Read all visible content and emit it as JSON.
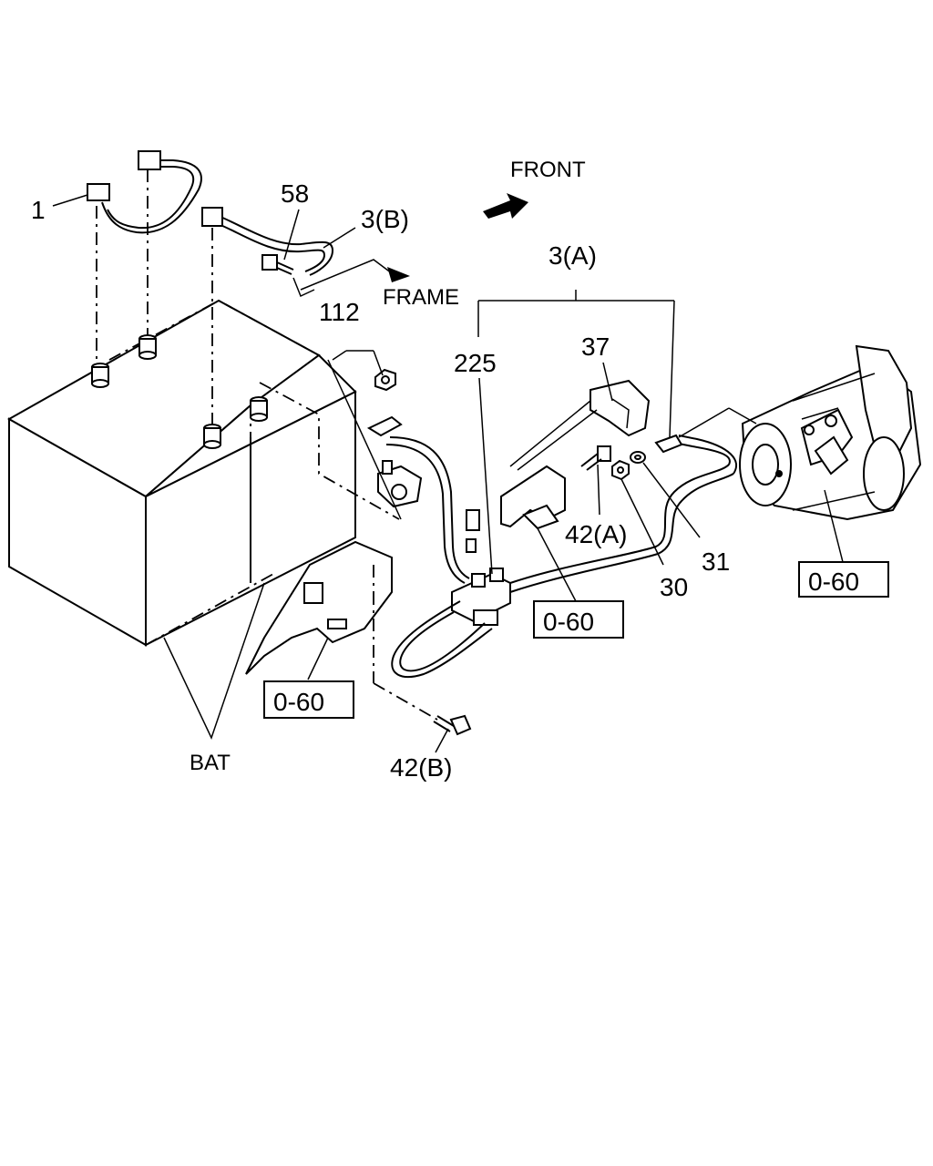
{
  "labels": {
    "part_1": "1",
    "part_58": "58",
    "part_3b": "3(B)",
    "frame": "FRAME",
    "front": "FRONT",
    "part_3a": "3(A)",
    "part_112": "112",
    "part_225": "225",
    "part_37": "37",
    "part_42a": "42(A)",
    "part_30": "30",
    "part_31": "31",
    "part_42b": "42(B)",
    "bat": "BAT"
  },
  "refs": {
    "ref_bracket": "0-60",
    "ref_center": "0-60",
    "ref_starter": "0-60"
  }
}
